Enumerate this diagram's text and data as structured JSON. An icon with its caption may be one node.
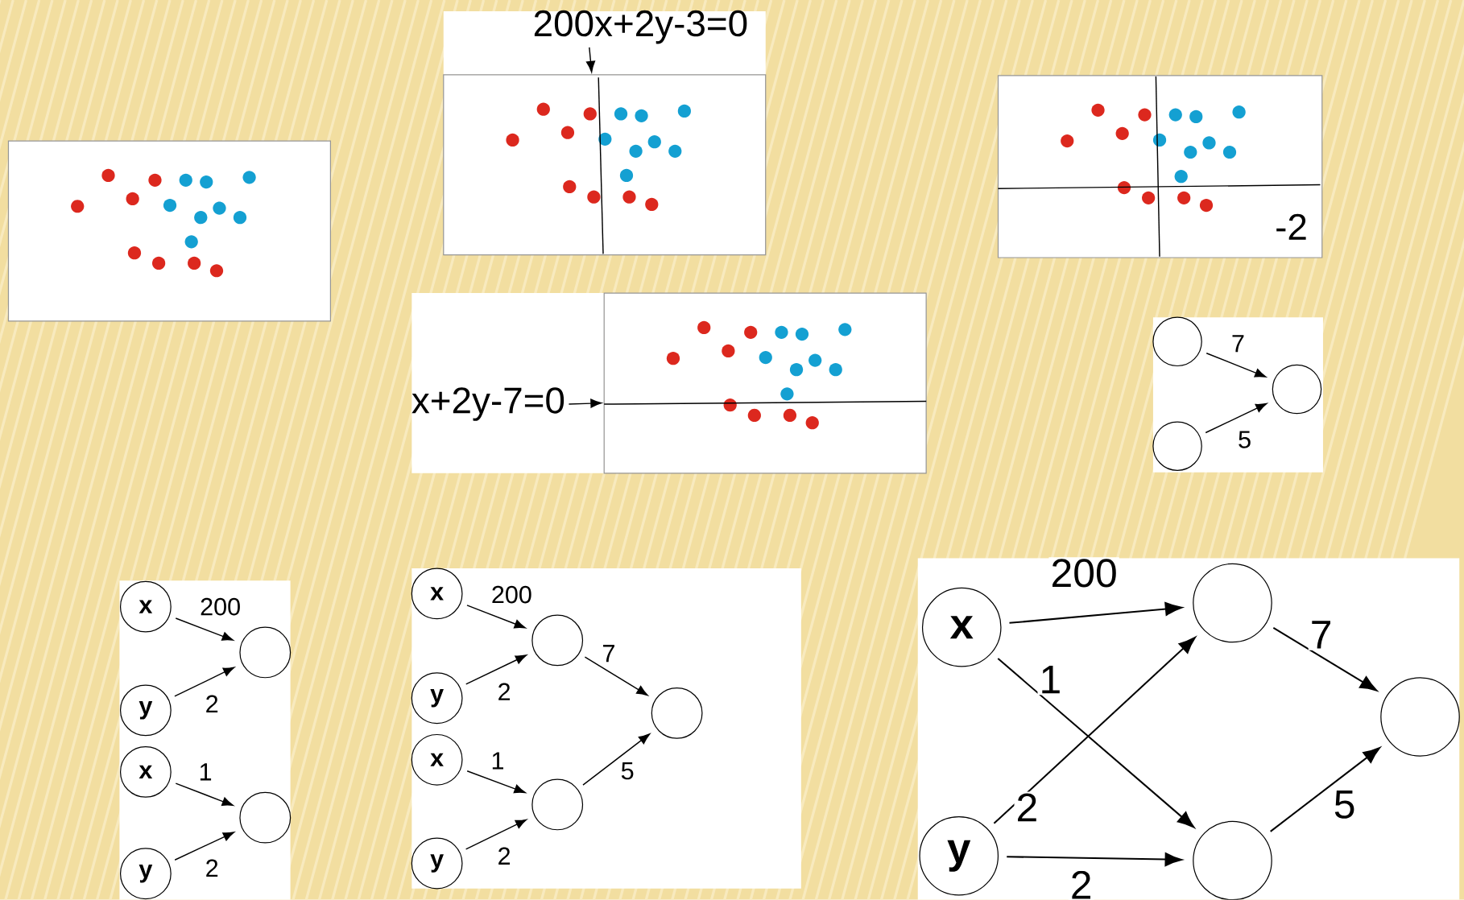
{
  "diagram": {
    "nodes": [
      {
        "text": [
          "200x+2y-3=0"
        ]
      },
      {
        "text": [
          "x+2y-7=0"
        ]
      },
      {
        "text": [],
        "shape": "circle"
      },
      {
        "text": [],
        "shape": "circle"
      },
      {
        "text": [],
        "shape": "circle"
      },
      {
        "text": [
          "x"
        ]
      },
      {
        "text": [
          "y"
        ]
      },
      {
        "text": [],
        "shape": "circle"
      },
      {
        "text": [
          "x"
        ]
      },
      {
        "text": [
          "y"
        ]
      },
      {
        "text": [],
        "shape": "circle"
      },
      {
        "text": [
          "x"
        ]
      },
      {
        "text": [
          "y"
        ]
      },
      {
        "text": [],
        "shape": "circle"
      },
      {
        "text": [
          "x"
        ]
      },
      {
        "text": [
          "y"
        ]
      },
      {
        "text": [],
        "shape": "circle"
      },
      {
        "text": [],
        "shape": "circle"
      },
      {
        "text": [
          "x"
        ]
      },
      {
        "text": [
          "y"
        ]
      },
      {
        "text": [],
        "shape": "circle"
      },
      {
        "text": [],
        "shape": "circle"
      },
      {
        "text": [],
        "shape": "circle"
      },
      {
        "text": [],
        "shape": "picture"
      },
      {
        "text": [],
        "shape": "picture"
      },
      {
        "text": [],
        "shape": "picture"
      },
      {
        "text": [],
        "shape": "picture"
      }
    ],
    "edges": [
      {
        "from": 0,
        "to": 24,
        "arrow": "to"
      },
      {
        "from": 1,
        "to": 26,
        "arrow": "to"
      },
      {
        "from": 2,
        "to": 4,
        "arrow": "to",
        "label": "7"
      },
      {
        "from": 3,
        "to": 4,
        "arrow": "to",
        "label": "5"
      },
      {
        "from": 5,
        "to": 7,
        "arrow": "to",
        "label": "200"
      },
      {
        "from": 6,
        "to": 7,
        "arrow": "to",
        "label": "2"
      },
      {
        "from": 8,
        "to": 10,
        "arrow": "to",
        "label": "1"
      },
      {
        "from": 9,
        "to": 10,
        "arrow": "to",
        "label": "2"
      },
      {
        "from": 11,
        "to": 13,
        "arrow": "to",
        "label": "200"
      },
      {
        "from": 12,
        "to": 13,
        "arrow": "to",
        "label": "2"
      },
      {
        "from": 14,
        "to": 16,
        "arrow": "to",
        "label": "1"
      },
      {
        "from": 15,
        "to": 16,
        "arrow": "to",
        "label": "2"
      },
      {
        "from": 13,
        "to": 17,
        "arrow": "to",
        "label": "7"
      },
      {
        "from": 16,
        "to": 17,
        "arrow": "to",
        "label": "5"
      },
      {
        "from": 18,
        "to": 20,
        "arrow": "to",
        "label": "200"
      },
      {
        "from": 18,
        "to": 21,
        "arrow": "to",
        "label": "1"
      },
      {
        "from": 19,
        "to": 20,
        "arrow": "to",
        "label": "2"
      },
      {
        "from": 19,
        "to": 21,
        "arrow": "to",
        "label": "2"
      },
      {
        "from": 20,
        "to": 22,
        "arrow": "to",
        "label": "7"
      },
      {
        "from": 21,
        "to": 22,
        "arrow": "to",
        "label": "5"
      }
    ],
    "labels": [
      "-2"
    ]
  }
}
